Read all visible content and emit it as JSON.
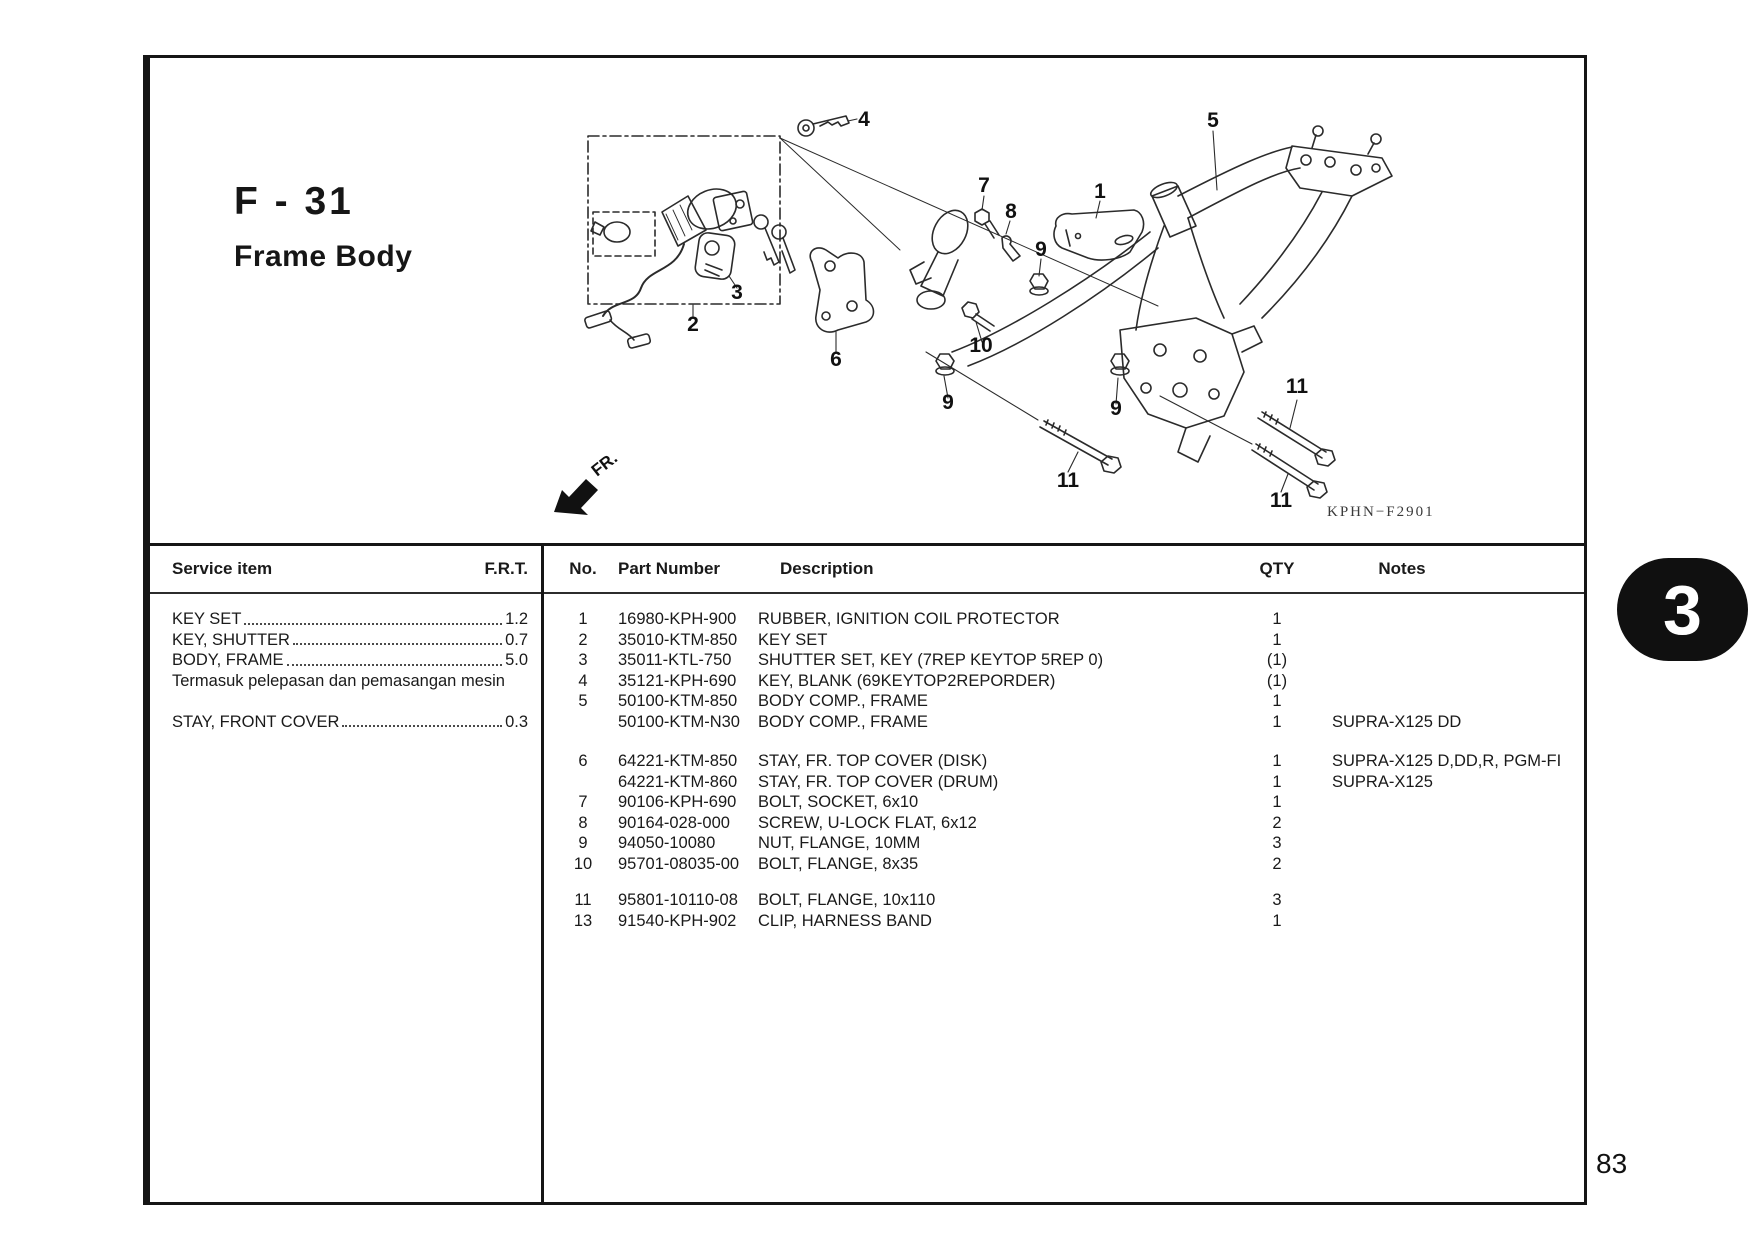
{
  "page": {
    "section_code": "F - 31",
    "section_title": "Frame Body",
    "diagram_code": "KPHN−F2901",
    "fr_label": "FR.",
    "page_number": "83",
    "chapter_tab": "3"
  },
  "service_table": {
    "headers": {
      "item": "Service item",
      "frt": "F.R.T."
    },
    "rows": [
      {
        "item": "KEY SET",
        "frt": "1.2"
      },
      {
        "item": "KEY, SHUTTER",
        "frt": "0.7"
      },
      {
        "item": "BODY, FRAME",
        "frt": "5.0"
      },
      {
        "item": "Termasuk pelepasan dan pemasangan mesin",
        "frt": ""
      },
      {
        "item": "",
        "frt": ""
      },
      {
        "item": "STAY, FRONT COVER",
        "frt": "0.3"
      }
    ]
  },
  "parts_table": {
    "headers": {
      "no": "No.",
      "part_number": "Part Number",
      "description": "Description",
      "qty": "QTY",
      "notes": "Notes"
    },
    "rows": [
      {
        "no": "1",
        "part_number": "16980-KPH-900",
        "description": "RUBBER, IGNITION COIL PROTECTOR",
        "qty": "1",
        "notes": ""
      },
      {
        "no": "2",
        "part_number": "35010-KTM-850",
        "description": "KEY SET",
        "qty": "1",
        "notes": ""
      },
      {
        "no": "3",
        "part_number": "35011-KTL-750",
        "description": "SHUTTER SET, KEY (7REP KEYTOP 5REP 0)",
        "qty": "(1)",
        "notes": ""
      },
      {
        "no": "4",
        "part_number": "35121-KPH-690",
        "description": "KEY, BLANK (69KEYTOP2REPORDER)",
        "qty": "(1)",
        "notes": ""
      },
      {
        "no": "5",
        "part_number": "50100-KTM-850",
        "description": "BODY COMP., FRAME",
        "qty": "1",
        "notes": ""
      },
      {
        "no": "",
        "part_number": "50100-KTM-N30",
        "description": "BODY COMP., FRAME",
        "qty": "1",
        "notes": "SUPRA-X125 DD"
      },
      {
        "spacer": 1
      },
      {
        "no": "6",
        "part_number": "64221-KTM-850",
        "description": "STAY, FR. TOP COVER (DISK)",
        "qty": "1",
        "notes": "SUPRA-X125 D,DD,R, PGM-FI"
      },
      {
        "no": "",
        "part_number": "64221-KTM-860",
        "description": "STAY, FR. TOP COVER (DRUM)",
        "qty": "1",
        "notes": "SUPRA-X125"
      },
      {
        "no": "7",
        "part_number": "90106-KPH-690",
        "description": "BOLT, SOCKET, 6x10",
        "qty": "1",
        "notes": ""
      },
      {
        "no": "8",
        "part_number": "90164-028-000",
        "description": "SCREW, U-LOCK FLAT, 6x12",
        "qty": "2",
        "notes": ""
      },
      {
        "no": "9",
        "part_number": "94050-10080",
        "description": "NUT, FLANGE, 10MM",
        "qty": "3",
        "notes": ""
      },
      {
        "no": "10",
        "part_number": "95701-08035-00",
        "description": "BOLT, FLANGE, 8x35",
        "qty": "2",
        "notes": ""
      },
      {
        "spacer": 2
      },
      {
        "no": "11",
        "part_number": "95801-10110-08",
        "description": "BOLT, FLANGE, 10x110",
        "qty": "3",
        "notes": ""
      },
      {
        "no": "13",
        "part_number": "91540-KPH-902",
        "description": "CLIP, HARNESS BAND",
        "qty": "1",
        "notes": ""
      }
    ]
  },
  "diagram": {
    "callout_labels": [
      "1",
      "2",
      "3",
      "4",
      "5",
      "6",
      "7",
      "8",
      "9",
      "9",
      "9",
      "10",
      "11",
      "11",
      "11"
    ]
  }
}
